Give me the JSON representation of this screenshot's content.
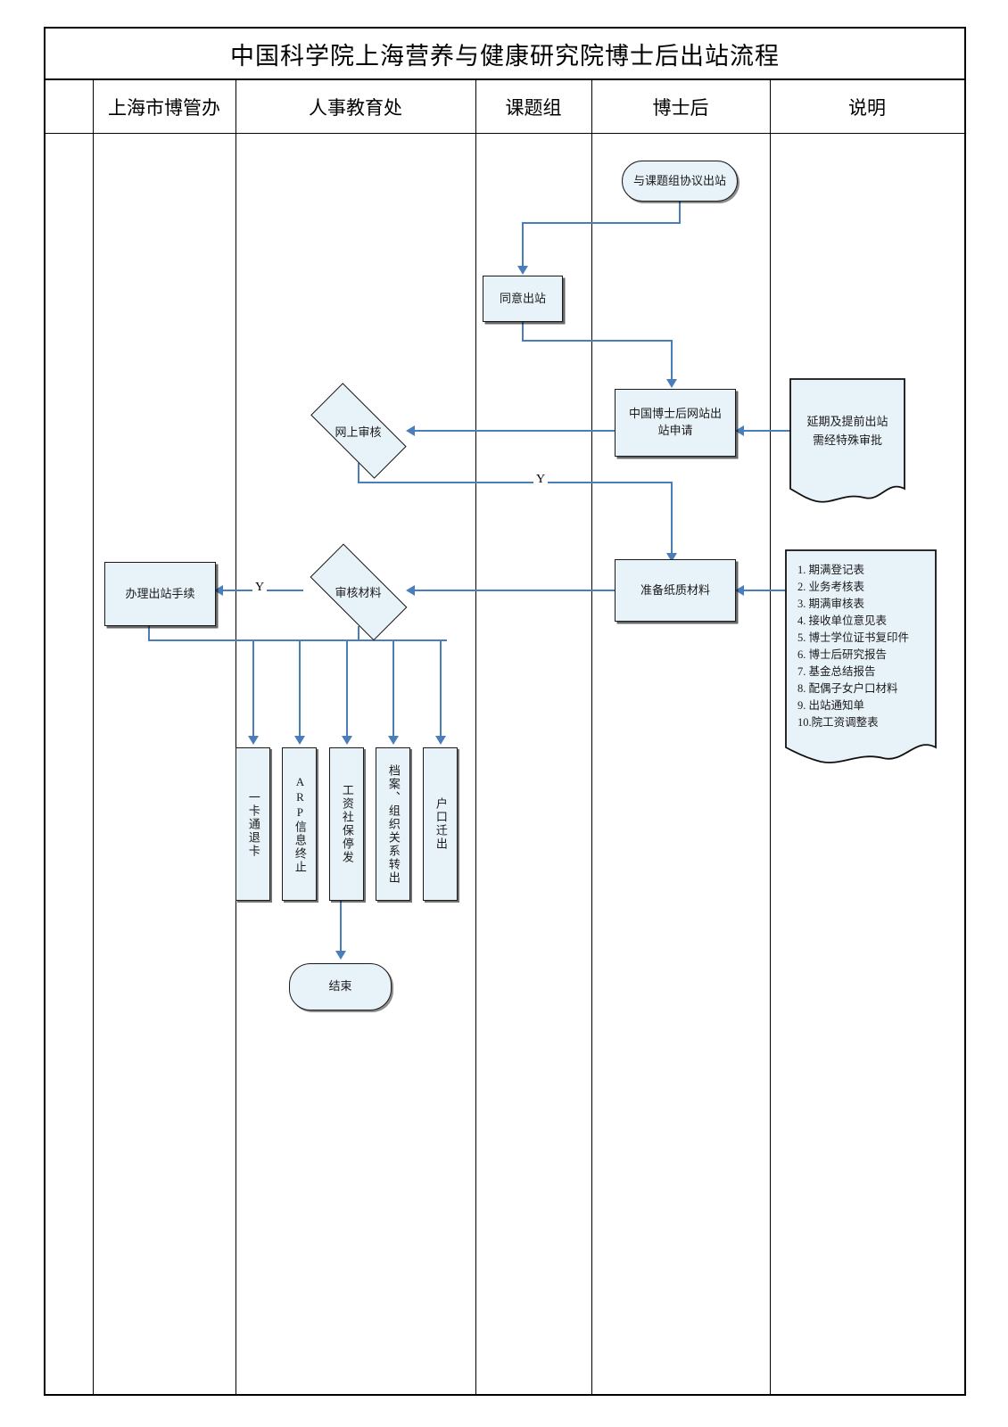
{
  "title": "中国科学院上海营养与健康研究院博士后出站流程",
  "lanes": [
    {
      "label": "上海市博管办"
    },
    {
      "label": "人事教育处"
    },
    {
      "label": "课题组"
    },
    {
      "label": "博士后"
    },
    {
      "label": "说明"
    }
  ],
  "nodes": {
    "start": "与课题组协议出站",
    "agree": "同意出站",
    "online_apply": "中国博士后网站出站申请",
    "online_review": "网上审核",
    "prepare_docs": "准备纸质材料",
    "review_docs": "审核材料",
    "process_exit": "办理出站手续",
    "end": "结束"
  },
  "vertical_tasks": [
    {
      "label": "一卡通退卡"
    },
    {
      "label": "ARP信息终止"
    },
    {
      "label": "工资社保停发"
    },
    {
      "label": "档案、组织关系转出"
    },
    {
      "label": "户口迁出"
    }
  ],
  "notes": {
    "special_approval": [
      "延期及提前出站",
      "需经特殊审批"
    ],
    "materials_list": [
      "1. 期满登记表",
      "2. 业务考核表",
      "3. 期满审核表",
      "4. 接收单位意见表",
      "5. 博士学位证书复印件",
      "6. 博士后研究报告",
      "7. 基金总结报告",
      "8. 配偶子女户口材料",
      "9. 出站通知单",
      "10.院工资调整表"
    ]
  },
  "edge_labels": {
    "yes_online": "Y",
    "yes_docs": "Y"
  },
  "colors": {
    "node_fill": "#e8f2f9",
    "node_stroke": "#1a1a1a",
    "connector": "#4a7ebb",
    "frame": "#000000"
  }
}
